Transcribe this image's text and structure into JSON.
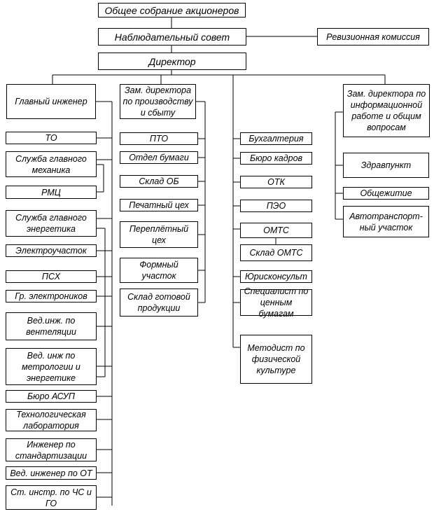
{
  "top": {
    "shareholders": "Общее собрание акционеров",
    "supervisory": "Наблюдательный совет",
    "audit": "Ревизионная комиссия",
    "director": "Директор"
  },
  "chief_engineer": {
    "title": "Главный инженер",
    "units": [
      "ТО",
      "Служба главного механика",
      "РМЦ",
      "Служба главного энергетика",
      "Электроучасток",
      "ПСХ",
      "Гр. электроников",
      "Вед.инж. по вентеляции",
      "Вед. инж по метрологии и энергетике",
      "Бюро АСУП",
      "Технологическая лаборатория",
      "Инженер по стандартизации",
      "Вед. инженер по ОТ",
      "Ст. инстр. по ЧС и ГО"
    ]
  },
  "deputy_production": {
    "title": "Зам. директора по производству и сбыту",
    "units": [
      "ПТО",
      "Отдел бумаги",
      "Склад ОБ",
      "Печатный цех",
      "Переплётный цех",
      "Формный участок",
      "Склад готовой продукции"
    ]
  },
  "director_units": [
    "Бухгалтерия",
    "Бюро кадров",
    "ОТК",
    "ПЭО",
    "ОМТС",
    "Склад ОМТС",
    "Юрисконсульт",
    "Специалист по ценным бумагам",
    "Методист по физической культуре"
  ],
  "deputy_info": {
    "title": "Зам. директора по информационной работе и общим вопросам",
    "units": [
      "Здравпункт",
      "Общежитие",
      "Автотранспорт-ный участок"
    ]
  }
}
